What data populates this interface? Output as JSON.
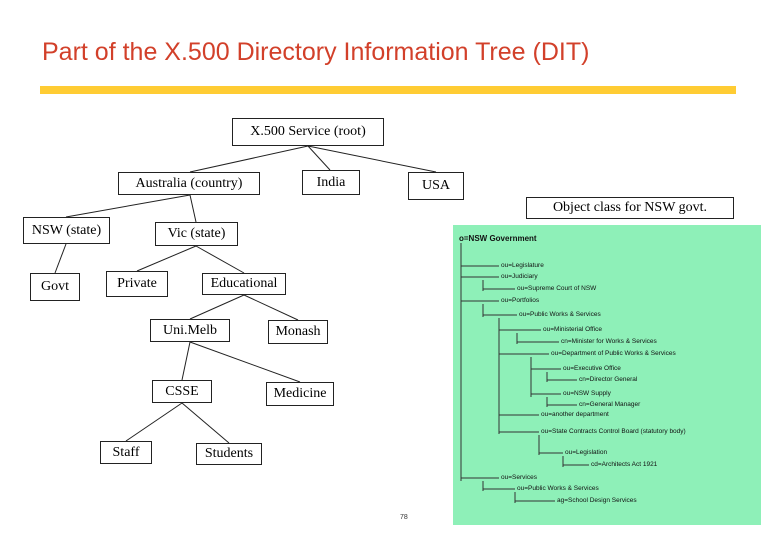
{
  "title": "Part of the X.500 Directory Information Tree (DIT)",
  "tree": {
    "root": "X.500 Service (root)",
    "australia": "Australia (country)",
    "india": "India",
    "usa": "USA",
    "nsw": "NSW (state)",
    "vic": "Vic (state)",
    "govt": "Govt",
    "private": "Private",
    "educational": "Educational",
    "unimelb": "Uni.Melb",
    "monash": "Monash",
    "csse": "CSSE",
    "medicine": "Medicine",
    "staff": "Staff",
    "students": "Students"
  },
  "panel": {
    "caption": "Object class for NSW govt.",
    "entries": [
      "o=NSW Government",
      "ou=Legislature",
      "ou=Judiciary",
      "ou=Supreme Court of NSW",
      "ou=Portfolios",
      "ou=Public Works & Services",
      "ou=Ministerial Office",
      "cn=Minister for Works & Services",
      "ou=Department of Public Works & Services",
      "ou=Executive Office",
      "cn=Director General",
      "ou=NSW Supply",
      "cn=General Manager",
      "ou=another department",
      "ou=State Contracts Control Board (statutory body)",
      "ou=Legislation",
      "cd=Architects Act 1921",
      "ou=Services",
      "ou=Public Works & Services",
      "ag=School Design Services"
    ]
  },
  "page_number": "78"
}
